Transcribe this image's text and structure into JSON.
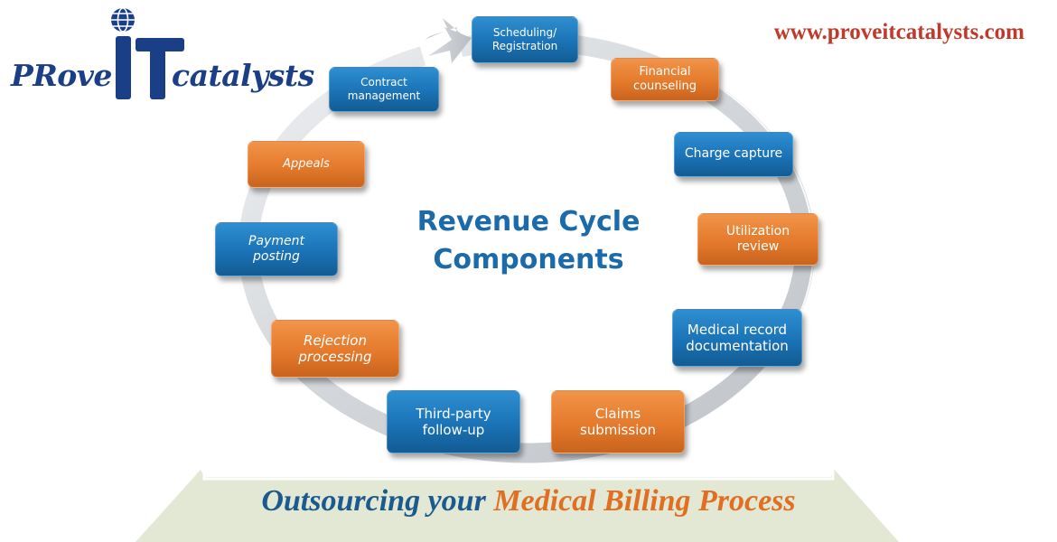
{
  "logo": {
    "prefix": "PRove",
    "mark": "IT",
    "suffix": "catalysts"
  },
  "website": "www.proveitcatalysts.com",
  "center_title": {
    "line1": "Revenue Cycle",
    "line2": "Components"
  },
  "cycle_steps": [
    {
      "label": "Scheduling/\nRegistration",
      "color": "blue"
    },
    {
      "label": "Financial\ncounseling",
      "color": "orange"
    },
    {
      "label": "Charge capture",
      "color": "blue"
    },
    {
      "label": "Utilization\nreview",
      "color": "orange"
    },
    {
      "label": "Medical record\ndocumentation",
      "color": "blue"
    },
    {
      "label": "Claims\nsubmission",
      "color": "orange"
    },
    {
      "label": "Third-party\nfollow-up",
      "color": "blue"
    },
    {
      "label": "Rejection\nprocessing",
      "color": "orange"
    },
    {
      "label": "Payment\nposting",
      "color": "blue"
    },
    {
      "label": "Appeals",
      "color": "orange"
    },
    {
      "label": "Contract\nmanagement",
      "color": "blue"
    }
  ],
  "banner": {
    "part1": "Outsourcing your ",
    "part2": "Medical Billing Process"
  },
  "colors": {
    "blue": "#1a73b6",
    "orange": "#e47a2c",
    "title": "#1b6bab",
    "url": "#c0392b",
    "banner_bg": "#e3e8d5",
    "ring": "#d4d6da"
  }
}
